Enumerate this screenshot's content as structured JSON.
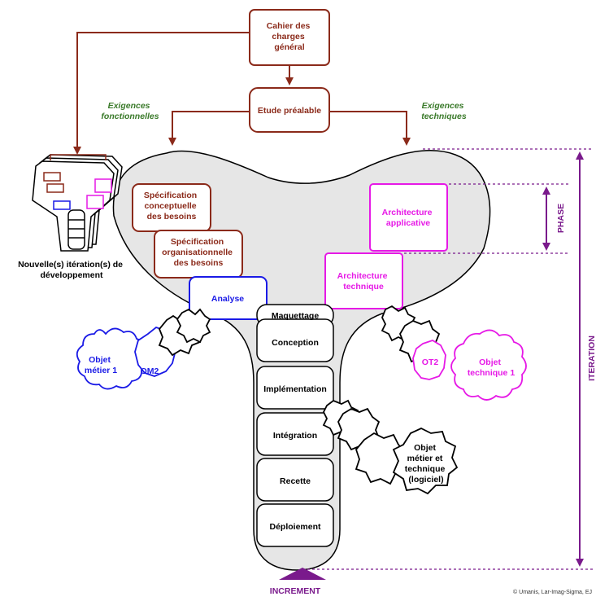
{
  "colors": {
    "brown": "#8b2a1a",
    "blue": "#1a1ae6",
    "magenta": "#e619e6",
    "purple": "#7a1a8c",
    "green": "#3a7a2a",
    "body_fill": "#e6e6e6"
  },
  "top_boxes": {
    "cahier": [
      "Cahier des",
      "charges",
      "général"
    ],
    "etude": "Etude préalable"
  },
  "exigences": {
    "fonctionnelles": [
      "Exigences",
      "fonctionnelles"
    ],
    "techniques": [
      "Exigences",
      "techniques"
    ]
  },
  "specification": {
    "conceptuelle": [
      "Spécification",
      "conceptuelle",
      "des besoins"
    ],
    "organisationnelle": [
      "Spécification",
      "organisationnelle",
      "des besoins"
    ]
  },
  "analyse": "Analyse",
  "architecture": {
    "applicative": [
      "Architecture",
      "applicative"
    ],
    "technique": [
      "Architecture",
      "technique"
    ]
  },
  "iterations_label": [
    "Nouvelle(s) itération(s) de",
    "développement"
  ],
  "column_steps": [
    "Maquettage",
    "Conception",
    "Implémentation",
    "Intégration",
    "Recette",
    "Déploiement"
  ],
  "objects": {
    "objet_metier": [
      "Objet",
      "métier 1"
    ],
    "om2": "OM2",
    "ot2": "OT2",
    "objet_technique": [
      "Objet",
      "technique 1"
    ],
    "objet_mixte": [
      "Objet",
      "métier et",
      "technique",
      "(logiciel)"
    ]
  },
  "phase": "PHASE",
  "iteration": "ITERATION",
  "increment": "INCREMENT",
  "copyright": "© Umanis, Lar-Imag-Sigma, EJ"
}
